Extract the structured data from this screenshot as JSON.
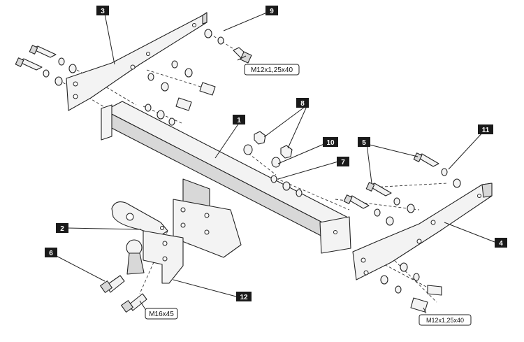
{
  "callouts": [
    {
      "num": "1"
    },
    {
      "num": "2"
    },
    {
      "num": "3"
    },
    {
      "num": "4"
    },
    {
      "num": "5"
    },
    {
      "num": "6"
    },
    {
      "num": "7"
    },
    {
      "num": "8"
    },
    {
      "num": "9"
    },
    {
      "num": "10"
    },
    {
      "num": "11"
    },
    {
      "num": "12"
    }
  ],
  "specs": {
    "top_bolt": "M12x1,25x40",
    "ball_bolt": "M16x45",
    "bottom_bolt": "M12x1,25x40"
  }
}
